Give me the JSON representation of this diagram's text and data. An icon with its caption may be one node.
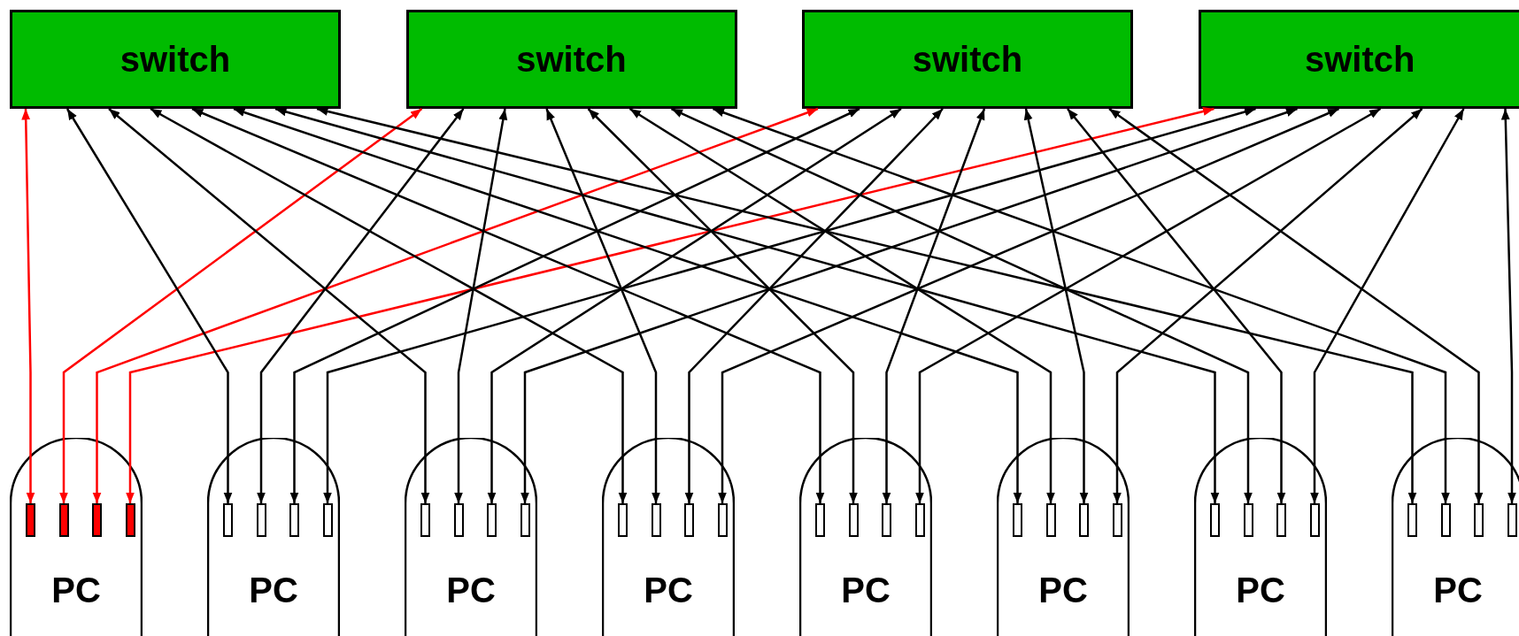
{
  "diagram": {
    "nodes": [
      {
        "text": [
          "switch"
        ]
      },
      {
        "text": [
          "switch"
        ]
      },
      {
        "text": [
          "switch"
        ]
      },
      {
        "text": [
          "switch"
        ]
      },
      {
        "text": [
          "PC"
        ]
      },
      {
        "text": [],
        "shape": "box",
        "in": 4
      },
      {
        "text": [],
        "shape": "box",
        "in": 4
      },
      {
        "text": [],
        "shape": "box",
        "in": 4
      },
      {
        "text": [],
        "shape": "box",
        "in": 4
      },
      {
        "text": [
          "PC"
        ]
      },
      {
        "text": [],
        "shape": "box",
        "in": 9
      },
      {
        "text": [],
        "shape": "box",
        "in": 9
      },
      {
        "text": [],
        "shape": "box",
        "in": 9
      },
      {
        "text": [],
        "shape": "box",
        "in": 9
      },
      {
        "text": [
          "PC"
        ]
      },
      {
        "text": [],
        "shape": "box",
        "in": 14
      },
      {
        "text": [],
        "shape": "box",
        "in": 14
      },
      {
        "text": [],
        "shape": "box",
        "in": 14
      },
      {
        "text": [],
        "shape": "box",
        "in": 14
      },
      {
        "text": [
          "PC"
        ]
      },
      {
        "text": [],
        "shape": "box",
        "in": 19
      },
      {
        "text": [],
        "shape": "box",
        "in": 19
      },
      {
        "text": [],
        "shape": "box",
        "in": 19
      },
      {
        "text": [],
        "shape": "box",
        "in": 19
      },
      {
        "text": [
          "PC"
        ]
      },
      {
        "text": [],
        "shape": "box",
        "in": 24
      },
      {
        "text": [],
        "shape": "box",
        "in": 24
      },
      {
        "text": [],
        "shape": "box",
        "in": 24
      },
      {
        "text": [],
        "shape": "box",
        "in": 24
      },
      {
        "text": [
          "PC"
        ]
      },
      {
        "text": [],
        "shape": "box",
        "in": 29
      },
      {
        "text": [],
        "shape": "box",
        "in": 29
      },
      {
        "text": [],
        "shape": "box",
        "in": 29
      },
      {
        "text": [],
        "shape": "box",
        "in": 29
      },
      {
        "text": [
          "PC"
        ]
      },
      {
        "text": [],
        "shape": "box",
        "in": 34
      },
      {
        "text": [],
        "shape": "box",
        "in": 34
      },
      {
        "text": [],
        "shape": "box",
        "in": 34
      },
      {
        "text": [],
        "shape": "box",
        "in": 34
      },
      {
        "text": [
          "PC"
        ]
      },
      {
        "text": [],
        "shape": "box",
        "in": 39
      },
      {
        "text": [],
        "shape": "box",
        "in": 39
      },
      {
        "text": [],
        "shape": "box",
        "in": 39
      },
      {
        "text": [],
        "shape": "box",
        "in": 39
      }
    ],
    "edges": [
      {
        "from": 5,
        "to": 0,
        "arrow": "both",
        "color": "#ff0000"
      },
      {
        "from": 6,
        "to": 1,
        "arrow": "both",
        "color": "#ff0000"
      },
      {
        "from": 7,
        "to": 2,
        "arrow": "both",
        "color": "#ff0000"
      },
      {
        "from": 8,
        "to": 3,
        "arrow": "both",
        "color": "#ff0000"
      },
      {
        "from": 10,
        "to": 0,
        "arrow": "both"
      },
      {
        "from": 11,
        "to": 1,
        "arrow": "both"
      },
      {
        "from": 12,
        "to": 2,
        "arrow": "both"
      },
      {
        "from": 13,
        "to": 3,
        "arrow": "both"
      },
      {
        "from": 15,
        "to": 0,
        "arrow": "both"
      },
      {
        "from": 16,
        "to": 1,
        "arrow": "both"
      },
      {
        "from": 17,
        "to": 2,
        "arrow": "both"
      },
      {
        "from": 18,
        "to": 3,
        "arrow": "both"
      },
      {
        "from": 20,
        "to": 0,
        "arrow": "both"
      },
      {
        "from": 21,
        "to": 1,
        "arrow": "both"
      },
      {
        "from": 22,
        "to": 2,
        "arrow": "both"
      },
      {
        "from": 23,
        "to": 3,
        "arrow": "both"
      },
      {
        "from": 25,
        "to": 0,
        "arrow": "both"
      },
      {
        "from": 26,
        "to": 1,
        "arrow": "both"
      },
      {
        "from": 27,
        "to": 2,
        "arrow": "both"
      },
      {
        "from": 28,
        "to": 3,
        "arrow": "both"
      },
      {
        "from": 30,
        "to": 0,
        "arrow": "both"
      },
      {
        "from": 31,
        "to": 1,
        "arrow": "both"
      },
      {
        "from": 32,
        "to": 2,
        "arrow": "both"
      },
      {
        "from": 33,
        "to": 3,
        "arrow": "both"
      },
      {
        "from": 35,
        "to": 0,
        "arrow": "both"
      },
      {
        "from": 36,
        "to": 1,
        "arrow": "both"
      },
      {
        "from": 37,
        "to": 2,
        "arrow": "both"
      },
      {
        "from": 38,
        "to": 3,
        "arrow": "both"
      },
      {
        "from": 40,
        "to": 0,
        "arrow": "both"
      },
      {
        "from": 41,
        "to": 1,
        "arrow": "both"
      },
      {
        "from": 42,
        "to": 2,
        "arrow": "both"
      },
      {
        "from": 43,
        "to": 3,
        "arrow": "both"
      }
    ]
  }
}
